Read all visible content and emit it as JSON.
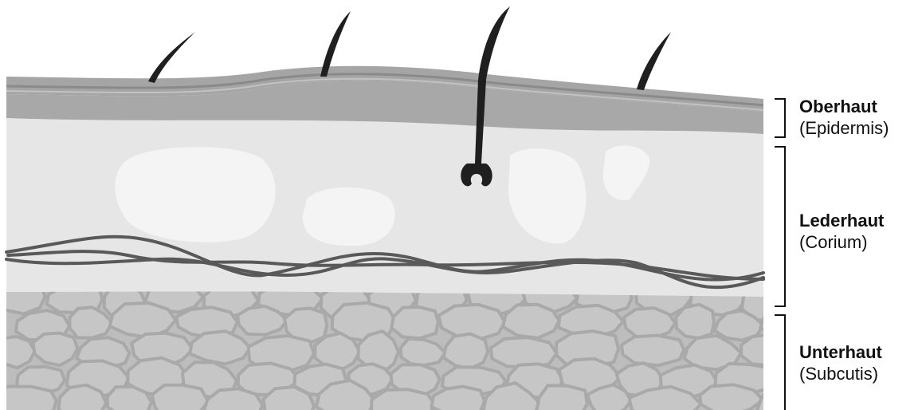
{
  "layers": [
    {
      "name": "Oberhaut",
      "latin": "(Epidermis)"
    },
    {
      "name": "Lederhaut",
      "latin": "(Corium)"
    },
    {
      "name": "Unterhaut",
      "latin": "(Subcutis)"
    }
  ],
  "colors": {
    "epidermis_outer": "#a5a5a5",
    "epidermis_line": "#8a8a8a",
    "epidermis_inner": "#d9d9d9",
    "dermis": "#e6e6e6",
    "dermis_patches": "#f4f4f4",
    "fibers": "#595959",
    "subcutis_bg": "#bdbdbd",
    "fat_cells": "#c6c6c6",
    "fat_cell_outline": "#a9a9a9",
    "hair": "#1f1f1f",
    "bracket": "#111111"
  },
  "icons": [
    "hair-icon",
    "hair-follicle-icon"
  ]
}
